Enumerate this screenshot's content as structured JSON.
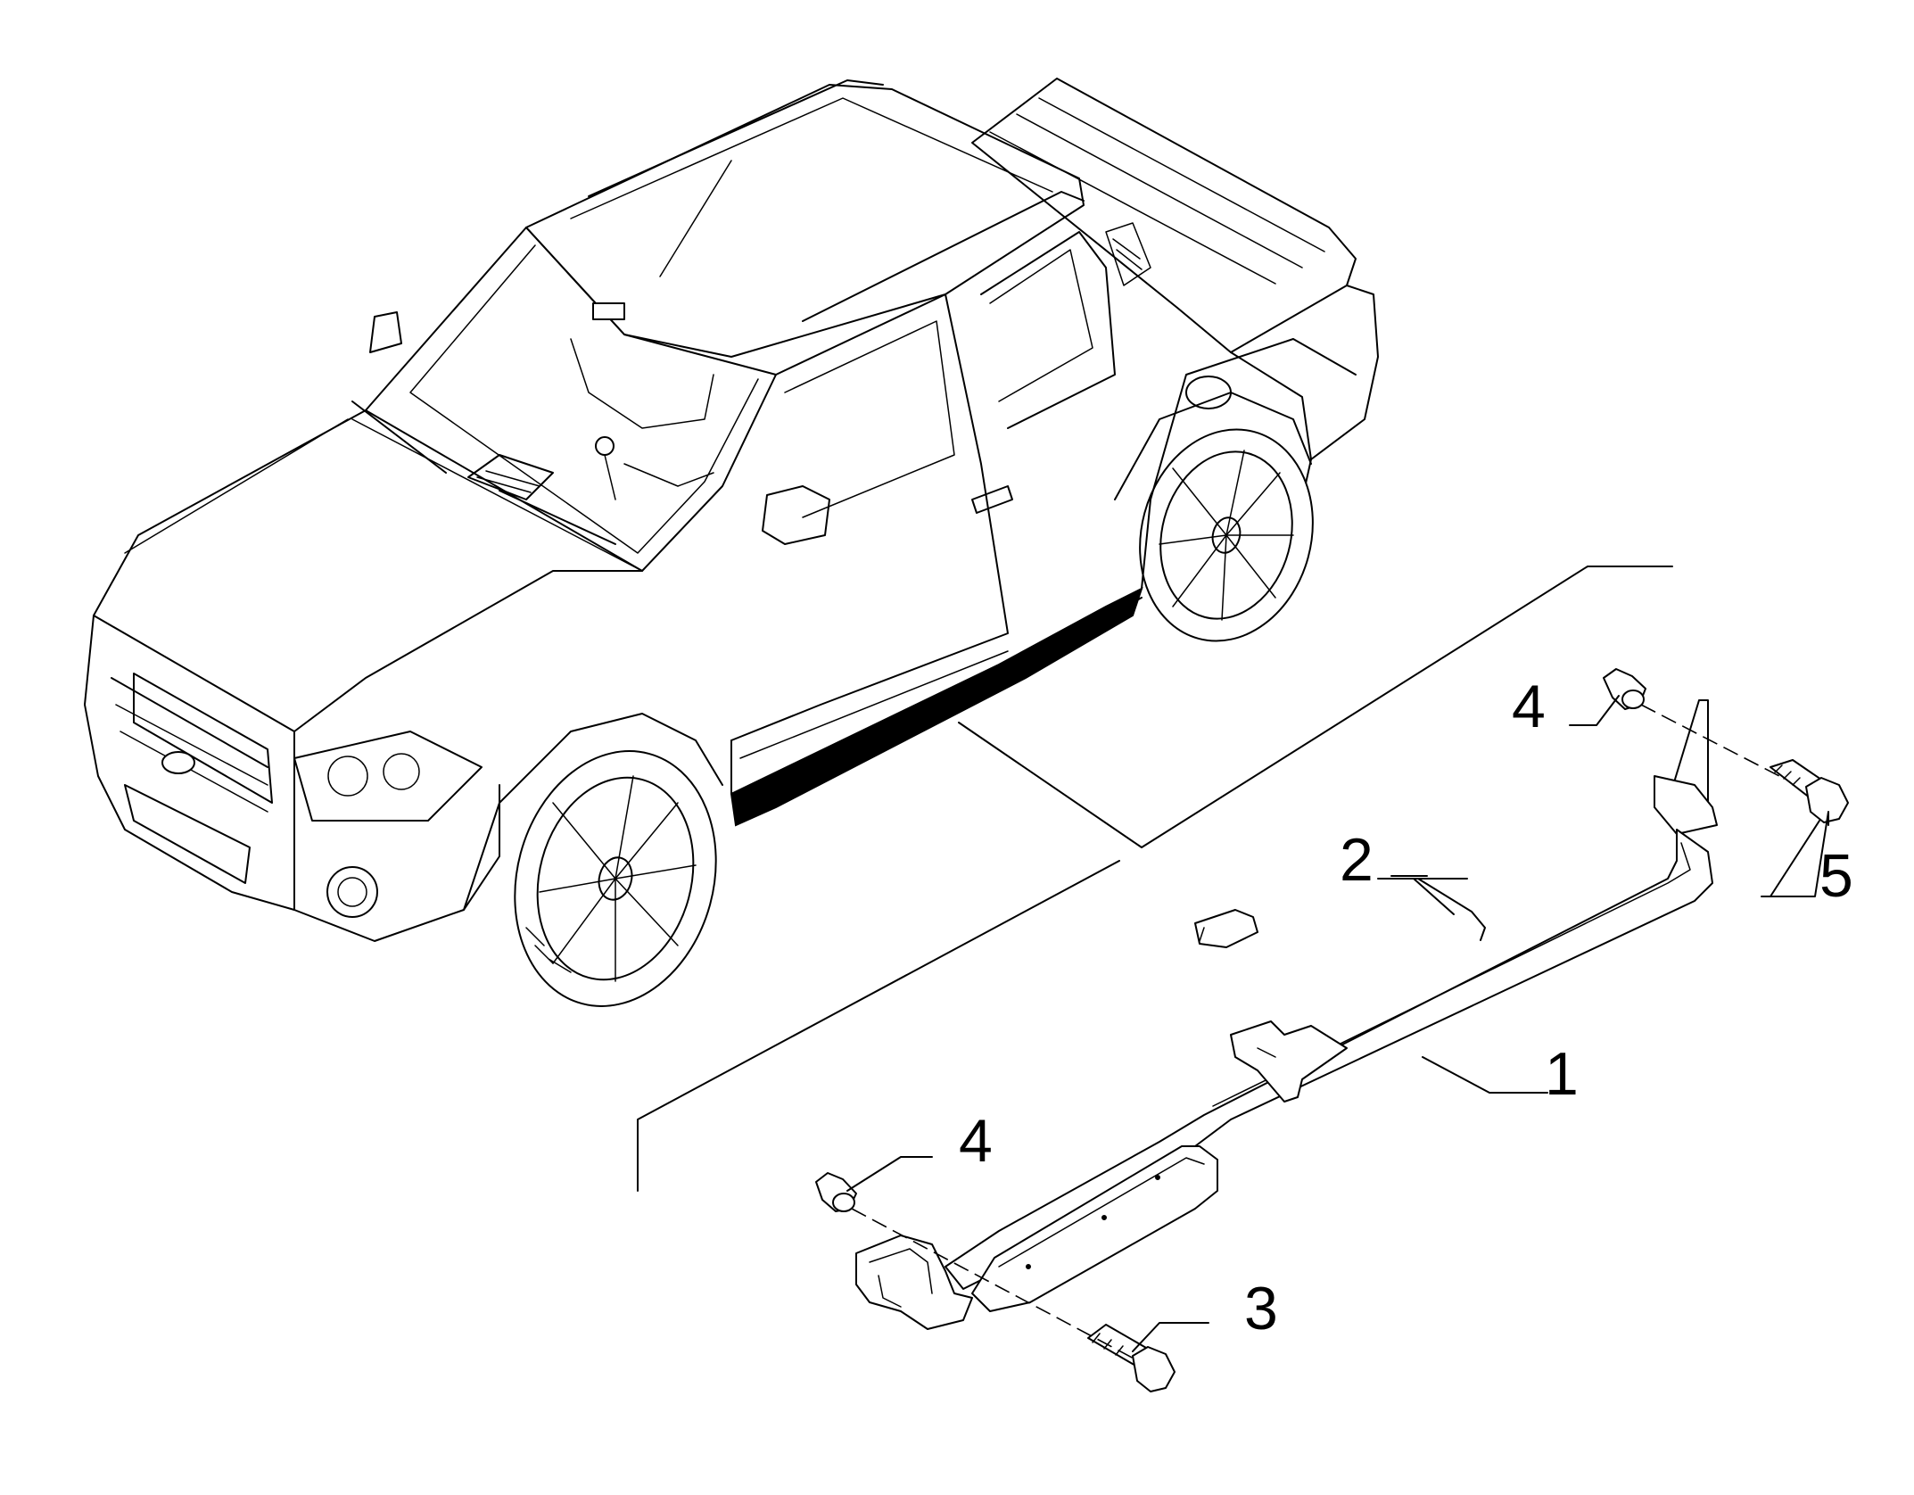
{
  "callouts": {
    "part1": "1",
    "part2": "2",
    "part3": "3",
    "part4_upper": "4",
    "part4_lower": "4",
    "part5": "5"
  },
  "colors": {
    "line": "#000000",
    "background": "#ffffff"
  }
}
